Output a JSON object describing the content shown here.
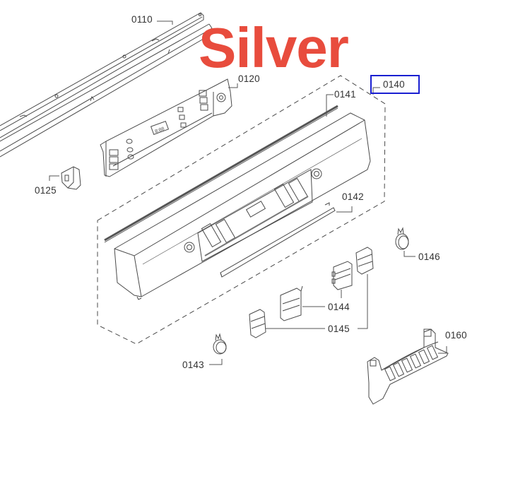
{
  "watermark": {
    "text": "Silver",
    "color": "#e84c3d"
  },
  "highlight": {
    "label": "0140",
    "color": "#1a1fd1"
  },
  "parts": [
    {
      "id": "0110",
      "name": "rail"
    },
    {
      "id": "0120",
      "name": "control-module"
    },
    {
      "id": "0125",
      "name": "clip"
    },
    {
      "id": "0140",
      "name": "control-panel-assembly"
    },
    {
      "id": "0141",
      "name": "seal-strip"
    },
    {
      "id": "0142",
      "name": "light-guide-bar"
    },
    {
      "id": "0143",
      "name": "knob-left"
    },
    {
      "id": "0144",
      "name": "button-block"
    },
    {
      "id": "0145",
      "name": "button-block-small"
    },
    {
      "id": "0146",
      "name": "knob-right"
    },
    {
      "id": "0160",
      "name": "handle-bracket"
    }
  ],
  "labels": {
    "l0110": "0110",
    "l0120": "0120",
    "l0125": "0125",
    "l0140": "0140",
    "l0141": "0141",
    "l0142": "0142",
    "l0143": "0143",
    "l0144": "0144",
    "l0145": "0145",
    "l0146": "0146",
    "l0160": "0160"
  },
  "colors": {
    "line": "#4a4a4a",
    "background": "#ffffff",
    "label_text": "#333333"
  }
}
